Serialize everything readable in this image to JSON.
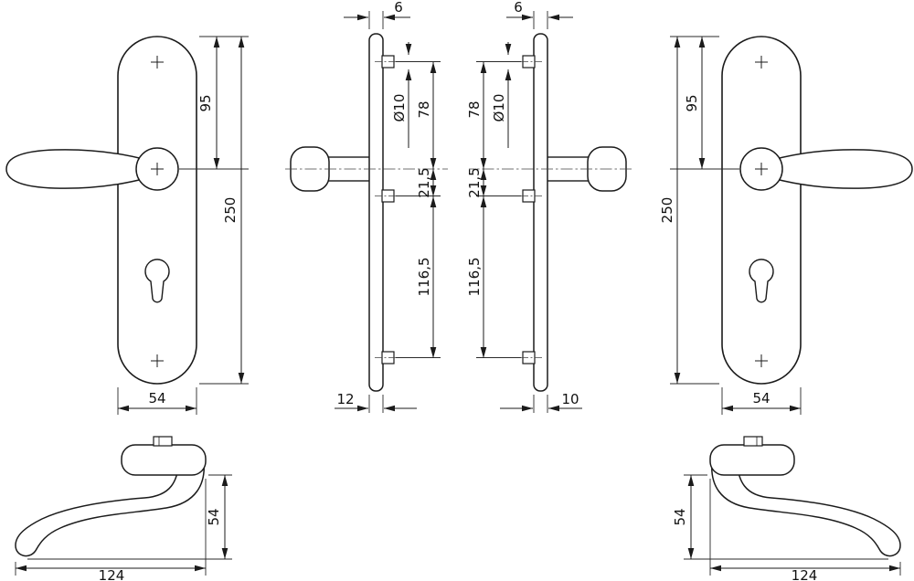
{
  "drawing": {
    "type": "technical-dimension-drawing",
    "subject": "lever door handle on long backplate, front / side / top views",
    "line_color": "#1b1b1b",
    "background": "#ffffff"
  },
  "views": {
    "front_left": {
      "handle_to_top": "95",
      "plate_length": "250",
      "plate_width": "54"
    },
    "side_left": {
      "plate_thickness": "6",
      "pin_diameter": "Ø10",
      "top_span": "78",
      "mid_span": "21,5",
      "bottom_span": "116,5",
      "depth": "12"
    },
    "side_right": {
      "plate_thickness": "6",
      "pin_diameter": "Ø10",
      "top_span": "78",
      "mid_span": "21,5",
      "bottom_span": "116,5",
      "depth": "10"
    },
    "front_right": {
      "handle_to_top": "95",
      "plate_length": "250",
      "plate_width": "54"
    },
    "top_left": {
      "handle_height": "54",
      "handle_length": "124"
    },
    "top_right": {
      "handle_height": "54",
      "handle_length": "124"
    }
  }
}
